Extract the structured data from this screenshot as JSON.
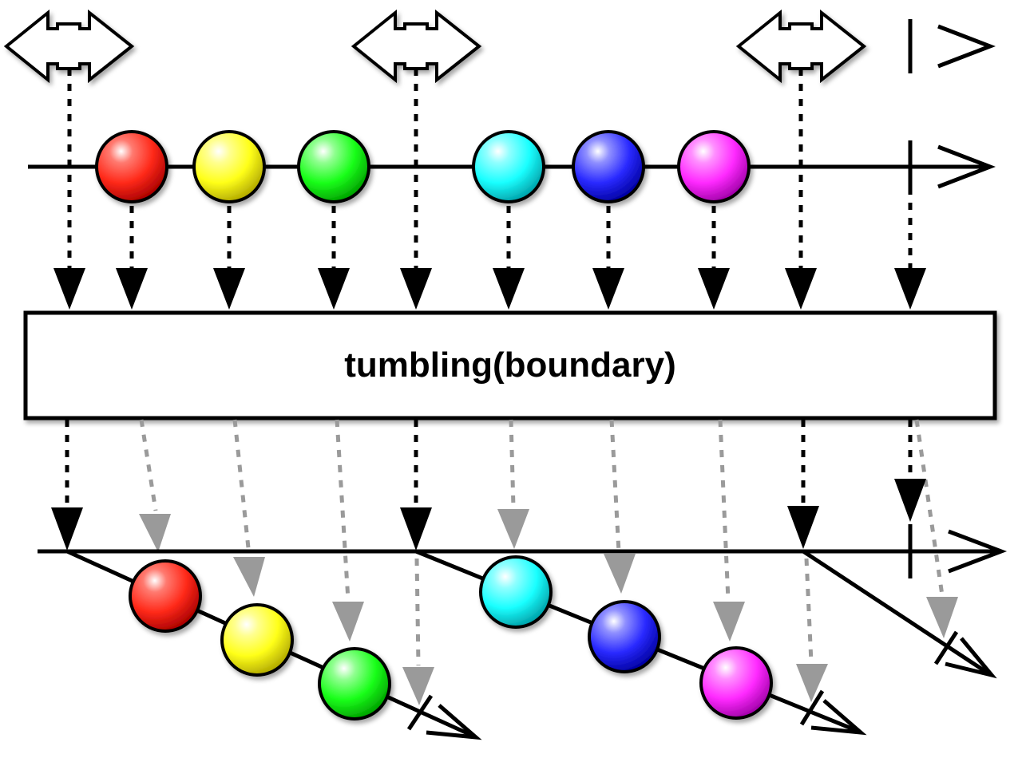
{
  "operator": {
    "label": "tumbling(boundary)"
  },
  "colors": {
    "line": "#000000",
    "gray_arrow": "#999999",
    "marbles": {
      "red": "#ff2a1a",
      "yellow": "#ffff19",
      "green": "#1aff1a",
      "cyan": "#1affff",
      "blue": "#2a2aff",
      "magenta": "#ff2aff"
    }
  },
  "streams": {
    "boundary": {
      "events": [
        "boundary",
        "boundary",
        "boundary"
      ],
      "completes": true
    },
    "source": {
      "marbles": [
        "red",
        "yellow",
        "green",
        "cyan",
        "blue",
        "magenta"
      ],
      "completes": true
    },
    "output": {
      "windows": [
        {
          "marbles": [
            "red",
            "yellow",
            "green"
          ],
          "completes": true
        },
        {
          "marbles": [
            "cyan",
            "blue",
            "magenta"
          ],
          "completes": true
        },
        {
          "marbles": [],
          "completes": true
        }
      ],
      "completes": true
    }
  }
}
